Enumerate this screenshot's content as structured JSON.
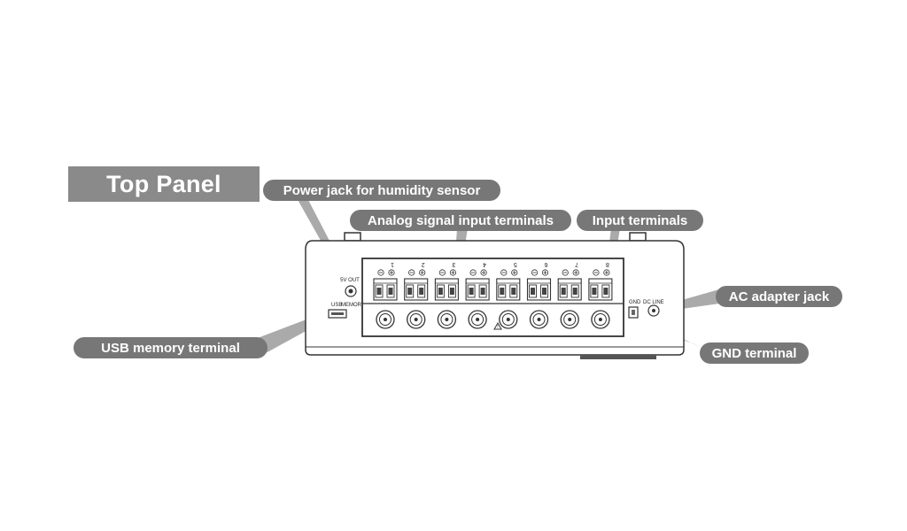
{
  "title": "Top Panel",
  "callouts": {
    "power_jack": "Power jack for humidity sensor",
    "analog_inputs": "Analog signal input terminals",
    "input_terminals": "Input terminals",
    "ac_adapter": "AC adapter jack",
    "usb_memory": "USB memory terminal",
    "gnd": "GND terminal"
  },
  "device_labels": {
    "five_v_out": "5V OUT",
    "usb": "USB",
    "memory": "MEMORY",
    "gnd": "GND",
    "dc_line": "DC LINE"
  },
  "channels": [
    "1",
    "2",
    "3",
    "4",
    "5",
    "6",
    "7",
    "8"
  ],
  "colors": {
    "callout": "#777777",
    "title": "#8a8a8a",
    "leader": "#aaaaaa",
    "outline": "#333333"
  }
}
